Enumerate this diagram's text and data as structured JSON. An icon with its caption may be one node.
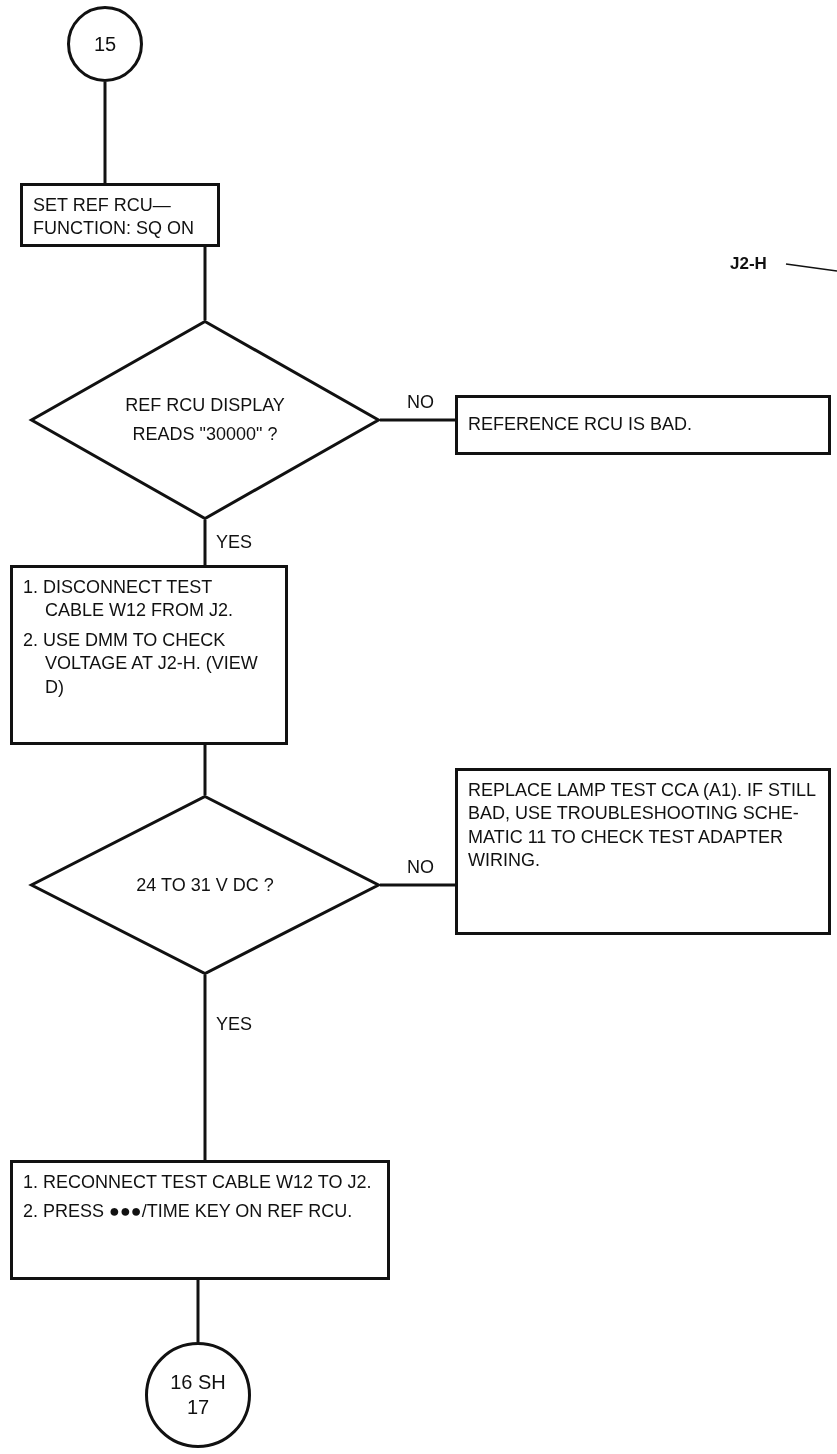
{
  "diagram": {
    "nodes": [
      {
        "text": [
          "15"
        ]
      },
      {
        "text": [
          "SET REF RCU— FUNCTION: SQ ON"
        ]
      },
      {
        "text": [
          "REF RCU DISPLAY READS \"30000\" ?"
        ]
      },
      {
        "text": [
          "REFERENCE RCU IS BAD."
        ]
      },
      {
        "text": [
          "1. DISCONNECT TEST CABLE W12 FROM J2.",
          "2. USE DMM TO CHECK VOLTAGE AT J2-H. (VIEW D)"
        ]
      },
      {
        "text": [
          "24 TO 31 V DC ?"
        ]
      },
      {
        "text": [
          "REPLACE LAMP TEST CCA (A1). IF STILL BAD, USE TROUBLESHOOTING SCHE- MATIC 11 TO CHECK TEST ADAPTER WIRING."
        ]
      },
      {
        "text": [
          "1. RECONNECT TEST CABLE W12 TO J2.",
          "2. PRESS ●●●/TIME KEY ON REF RCU."
        ]
      },
      {
        "text": [
          "16 SH 17"
        ]
      },
      {
        "text": [
          "J2-H"
        ]
      }
    ],
    "edges": [
      {
        "from": 0,
        "to": 1,
        "arrow": "none"
      },
      {
        "from": 1,
        "to": 2,
        "arrow": "none"
      },
      {
        "from": 2,
        "to": 3,
        "arrow": "none",
        "label": "NO"
      },
      {
        "from": 2,
        "to": 4,
        "arrow": "none",
        "label": "YES"
      },
      {
        "from": 4,
        "to": 5,
        "arrow": "none"
      },
      {
        "from": 5,
        "to": 6,
        "arrow": "none",
        "label": "NO"
      },
      {
        "from": 5,
        "to": 7,
        "arrow": "none",
        "label": "YES"
      },
      {
        "from": 7,
        "to": 8,
        "arrow": "none"
      },
      {
        "from": 9,
        "to": null,
        "arrow": "none"
      }
    ]
  }
}
